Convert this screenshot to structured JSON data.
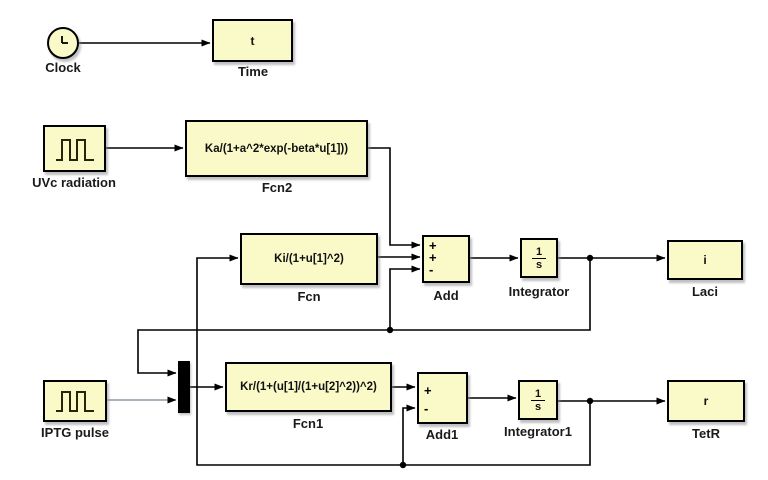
{
  "colors": {
    "block_fill": "#fafac8",
    "block_border": "#000000",
    "wire": "#000000",
    "iptg_wire": "#8e99a3",
    "background": "#ffffff"
  },
  "icons": {
    "clock": "clock-icon",
    "uvc": "pulse-wave-icon",
    "iptg": "pulse-wave-icon"
  },
  "blocks": {
    "clock": {
      "label": "Clock"
    },
    "time": {
      "content": "t",
      "label": "Time"
    },
    "uvc": {
      "label": "UVc radiation"
    },
    "fcn2": {
      "content": "Ka/(1+a^2*exp(-beta*u[1]))",
      "label": "Fcn2"
    },
    "fcn": {
      "content": "Ki/(1+u[1]^2)",
      "label": "Fcn"
    },
    "add": {
      "sign1": "+",
      "sign2": "+",
      "sign3": "-",
      "label": "Add"
    },
    "integrator": {
      "numerator": "1",
      "denominator": "s",
      "label": "Integrator"
    },
    "laci": {
      "content": "i",
      "label": "Laci"
    },
    "iptg": {
      "label": "IPTG pulse"
    },
    "fcn1": {
      "content": "Kr/(1+(u[1]/(1+u[2]^2))^2)",
      "label": "Fcn1"
    },
    "add1": {
      "sign1": "+",
      "sign2": "-",
      "label": "Add1"
    },
    "integrator1": {
      "numerator": "1",
      "denominator": "s",
      "label": "Integrator1"
    },
    "tetr": {
      "content": "r",
      "label": "TetR"
    }
  }
}
